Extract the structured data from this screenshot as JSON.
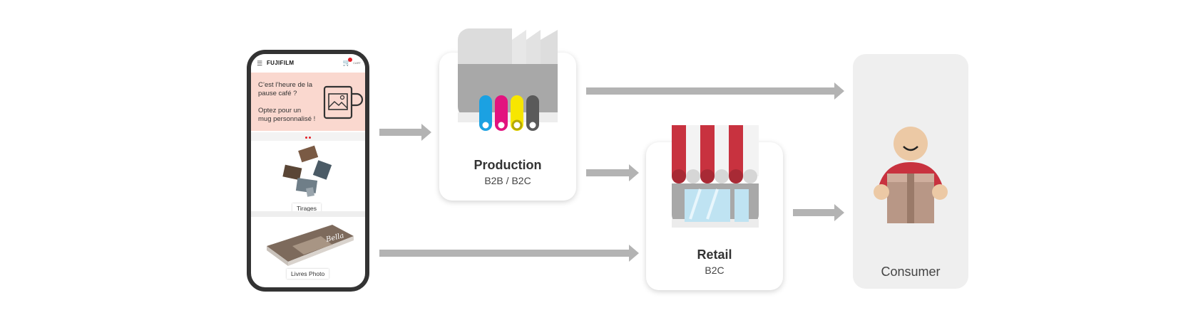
{
  "phone": {
    "brand": "FUJIFILM",
    "cart_label": "CART",
    "banner_line1": "C’est l’heure de la",
    "banner_line2": "pause café ?",
    "banner_line3": "Optez pour un",
    "banner_line4": "mug personnalisé !",
    "tile1_label": "Tirages",
    "tile2_label": "Livres Photo"
  },
  "production": {
    "title": "Production",
    "subtitle": "B2B / B2C"
  },
  "retail": {
    "title": "Retail",
    "subtitle": "B2C"
  },
  "consumer": {
    "label": "Consumer"
  },
  "colors": {
    "arrow": "#b3b3b3",
    "cyan": "#1ba1e2",
    "magenta": "#e2137f",
    "yellow": "#f7e600",
    "black": "#5a5a5a",
    "awning_red": "#c8323f",
    "banner_pink": "#fad8cf"
  }
}
